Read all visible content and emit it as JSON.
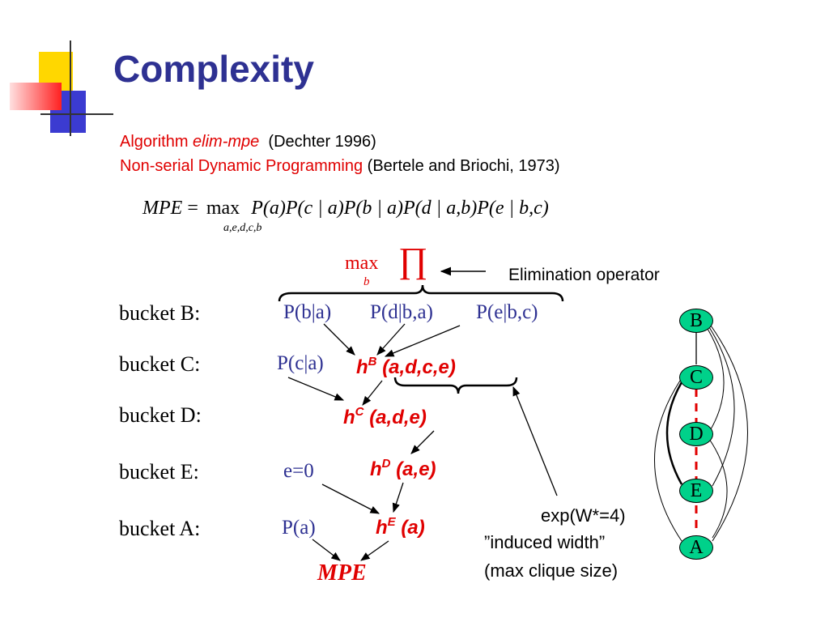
{
  "title": "Complexity",
  "algo": {
    "label": "Algorithm",
    "name": "elim-mpe",
    "cite": "(Dechter 1996)"
  },
  "nsdp": {
    "label": "Non-serial Dynamic Programming",
    "cite": "(Bertele and Briochi, 1973)"
  },
  "formula": {
    "lhs": "MPE",
    "eq": "=",
    "op": "max",
    "sub": "a,e,d,c,b",
    "body": "P(a)P(c | a)P(b | a)P(d | a,b)P(e | b,c)"
  },
  "elim": {
    "max": "max",
    "sub": "b",
    "prod": "∏",
    "label": "Elimination operator"
  },
  "buckets": [
    {
      "label": "bucket  B:",
      "terms": [
        "P(b|a)",
        "P(d|b,a)",
        "P(e|b,c)"
      ]
    },
    {
      "label": "bucket  C:",
      "terms": [
        "P(c|a)"
      ],
      "h": {
        "name": "h",
        "sup": "B",
        "args": "(a,d,c,e)"
      }
    },
    {
      "label": "bucket  D:",
      "terms": [],
      "h": {
        "name": "h",
        "sup": "C",
        "args": "(a,d,e)"
      }
    },
    {
      "label": "bucket  E:",
      "terms": [
        "e=0"
      ],
      "h": {
        "name": "h",
        "sup": "D",
        "args": "(a,e)"
      }
    },
    {
      "label": "bucket  A:",
      "terms": [
        "P(a)"
      ],
      "h": {
        "name": "h",
        "sup": "E",
        "args": "(a)"
      }
    }
  ],
  "result": "MPE",
  "width_note": {
    "exp": "exp(W*=4)",
    "line1": "”induced width”",
    "line2": "(max clique size)"
  },
  "graph": {
    "nodes": [
      "B",
      "C",
      "D",
      "E",
      "A"
    ],
    "node_color": "#00d18a",
    "dash_color": "#e00000"
  },
  "colors": {
    "title": "#2e3192",
    "accent": "#e00000",
    "term": "#2e3192"
  }
}
